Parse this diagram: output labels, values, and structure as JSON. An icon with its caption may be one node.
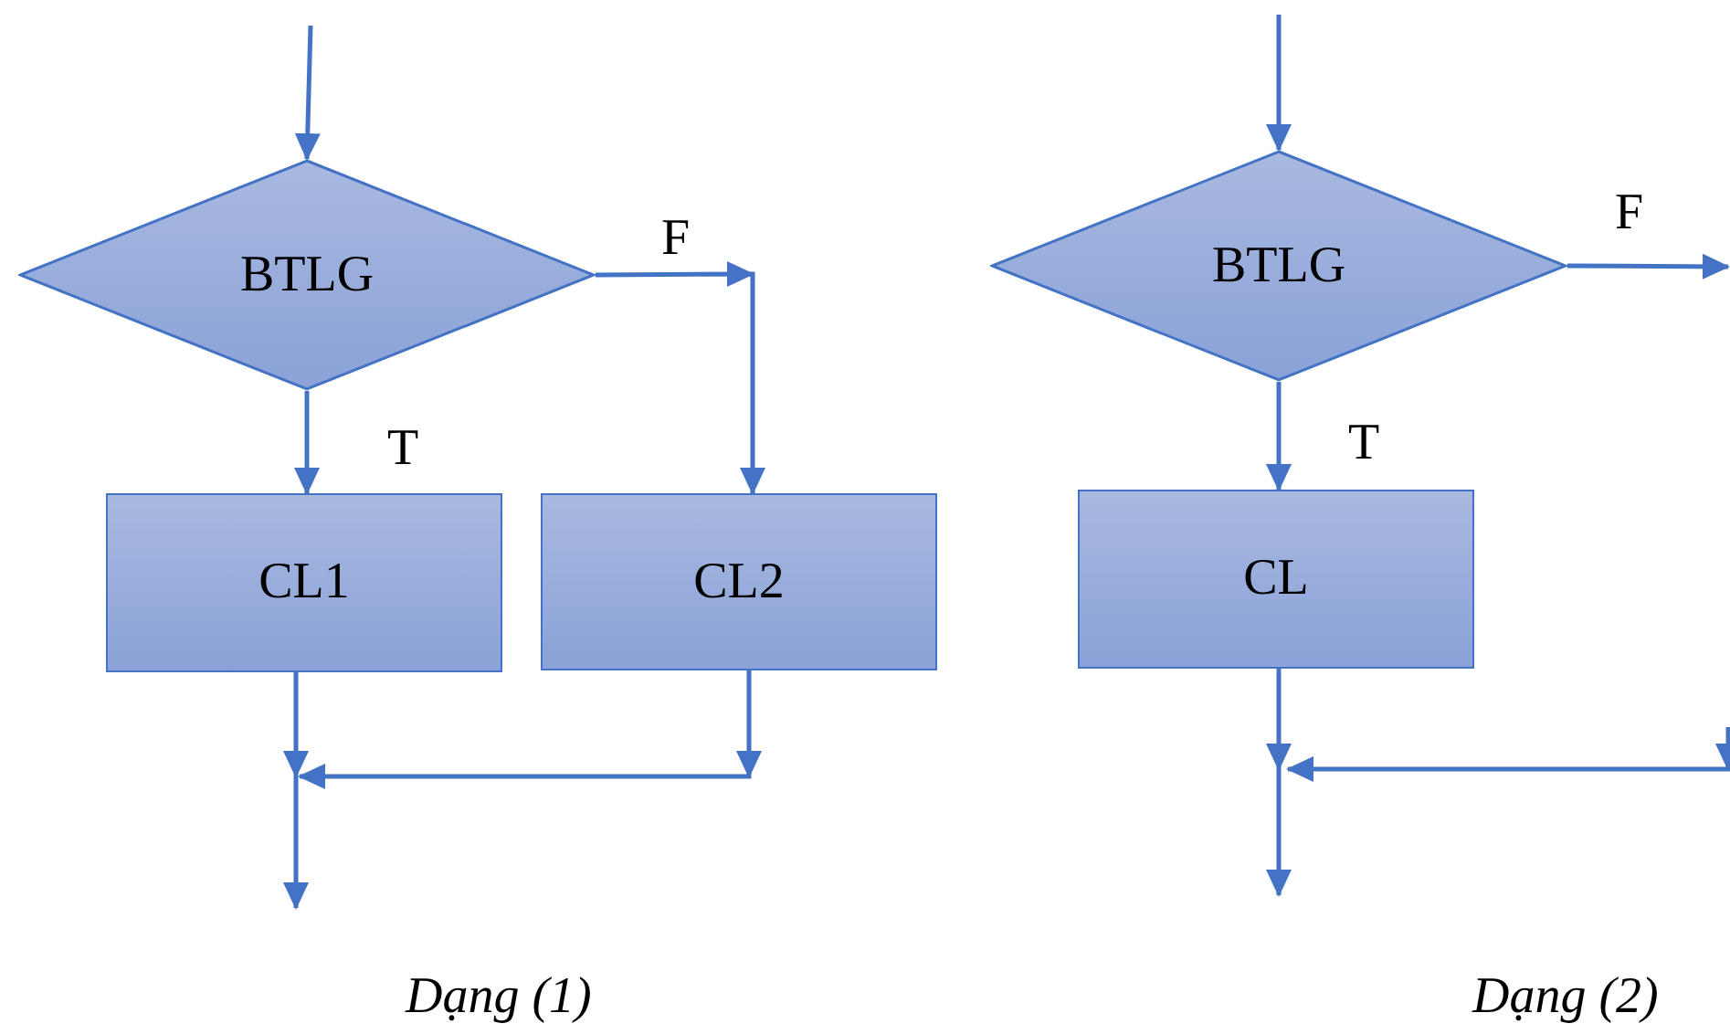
{
  "diagram": {
    "nodes": [
      {
        "text": [
          "BTLG"
        ]
      },
      {
        "text": [
          "CL1"
        ]
      },
      {
        "text": [
          "CL2"
        ]
      },
      {
        "text": [
          "BTLG"
        ]
      },
      {
        "text": [
          "CL"
        ]
      }
    ],
    "edges": [
      {
        "from": null,
        "to": 0,
        "arrow": "to"
      },
      {
        "from": 0,
        "to": 1,
        "arrow": "to",
        "label": "T"
      },
      {
        "from": 0,
        "to": 2,
        "arrow": "to",
        "label": "F"
      },
      {
        "from": 1,
        "to": null,
        "arrow": "to"
      },
      {
        "from": 2,
        "to": null,
        "arrow": "to"
      },
      {
        "from": null,
        "to": 3,
        "arrow": "to"
      },
      {
        "from": 3,
        "to": 4,
        "arrow": "to",
        "label": "T"
      },
      {
        "from": 3,
        "to": null,
        "arrow": "to",
        "label": "F"
      },
      {
        "from": 4,
        "to": null,
        "arrow": "to"
      }
    ],
    "labels": [
      "Dạng (1)",
      "Dạng (2)"
    ]
  }
}
